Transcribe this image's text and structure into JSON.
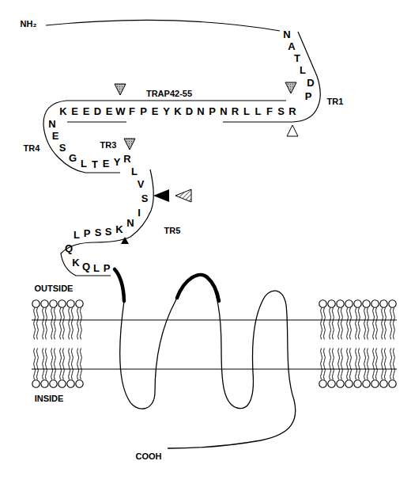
{
  "diagram": {
    "labels": [
      "NH₂",
      "N",
      "A",
      "T",
      "L",
      "D",
      "P",
      "R",
      "S",
      "F",
      "L",
      "L",
      "R",
      "N",
      "P",
      "N",
      "D",
      "K",
      "Y",
      "E",
      "P",
      "F",
      "W",
      "E",
      "D",
      "E",
      "E",
      "K",
      "N",
      "E",
      "S",
      "G",
      "L",
      "T",
      "E",
      "Y",
      "R",
      "L",
      "V",
      "S",
      "I",
      "N",
      "K",
      "S",
      "S",
      "P",
      "L",
      "Q",
      "K",
      "Q",
      "L",
      "P",
      "TRAP42-55",
      "TR1",
      "TR3",
      "TR4",
      "TR5",
      "OUTSIDE",
      "INSIDE",
      "COOH"
    ]
  }
}
